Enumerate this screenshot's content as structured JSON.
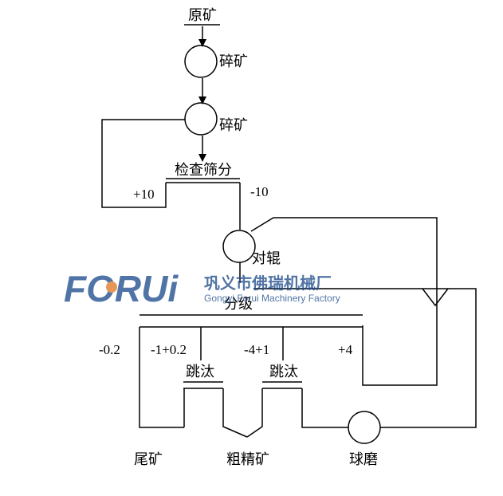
{
  "nodes": {
    "raw_ore": "原矿",
    "crush_1": "碎矿",
    "crush_2": "碎矿",
    "check_screen": "检查筛分",
    "roll_crusher": "对辊",
    "classify": "分级",
    "jig_1": "跳汰",
    "jig_2": "跳汰",
    "tailings": "尾矿",
    "rough_concentrate": "粗精矿",
    "ball_mill": "球磨"
  },
  "size_labels": {
    "screen_oversize": "+10",
    "screen_undersize": "-10",
    "minus_0_2": "-0.2",
    "minus1_plus0_2": "-1+0.2",
    "minus4_plus1": "-4+1",
    "plus4": "+4"
  },
  "watermark": {
    "brand": "FORUi",
    "company_cn": "巩义市佛瑞机械厂",
    "company_en": "Gongyi Forui Machinery Factory",
    "brand_color": "#1f4e8c",
    "accent_color": "#e07a2a"
  }
}
